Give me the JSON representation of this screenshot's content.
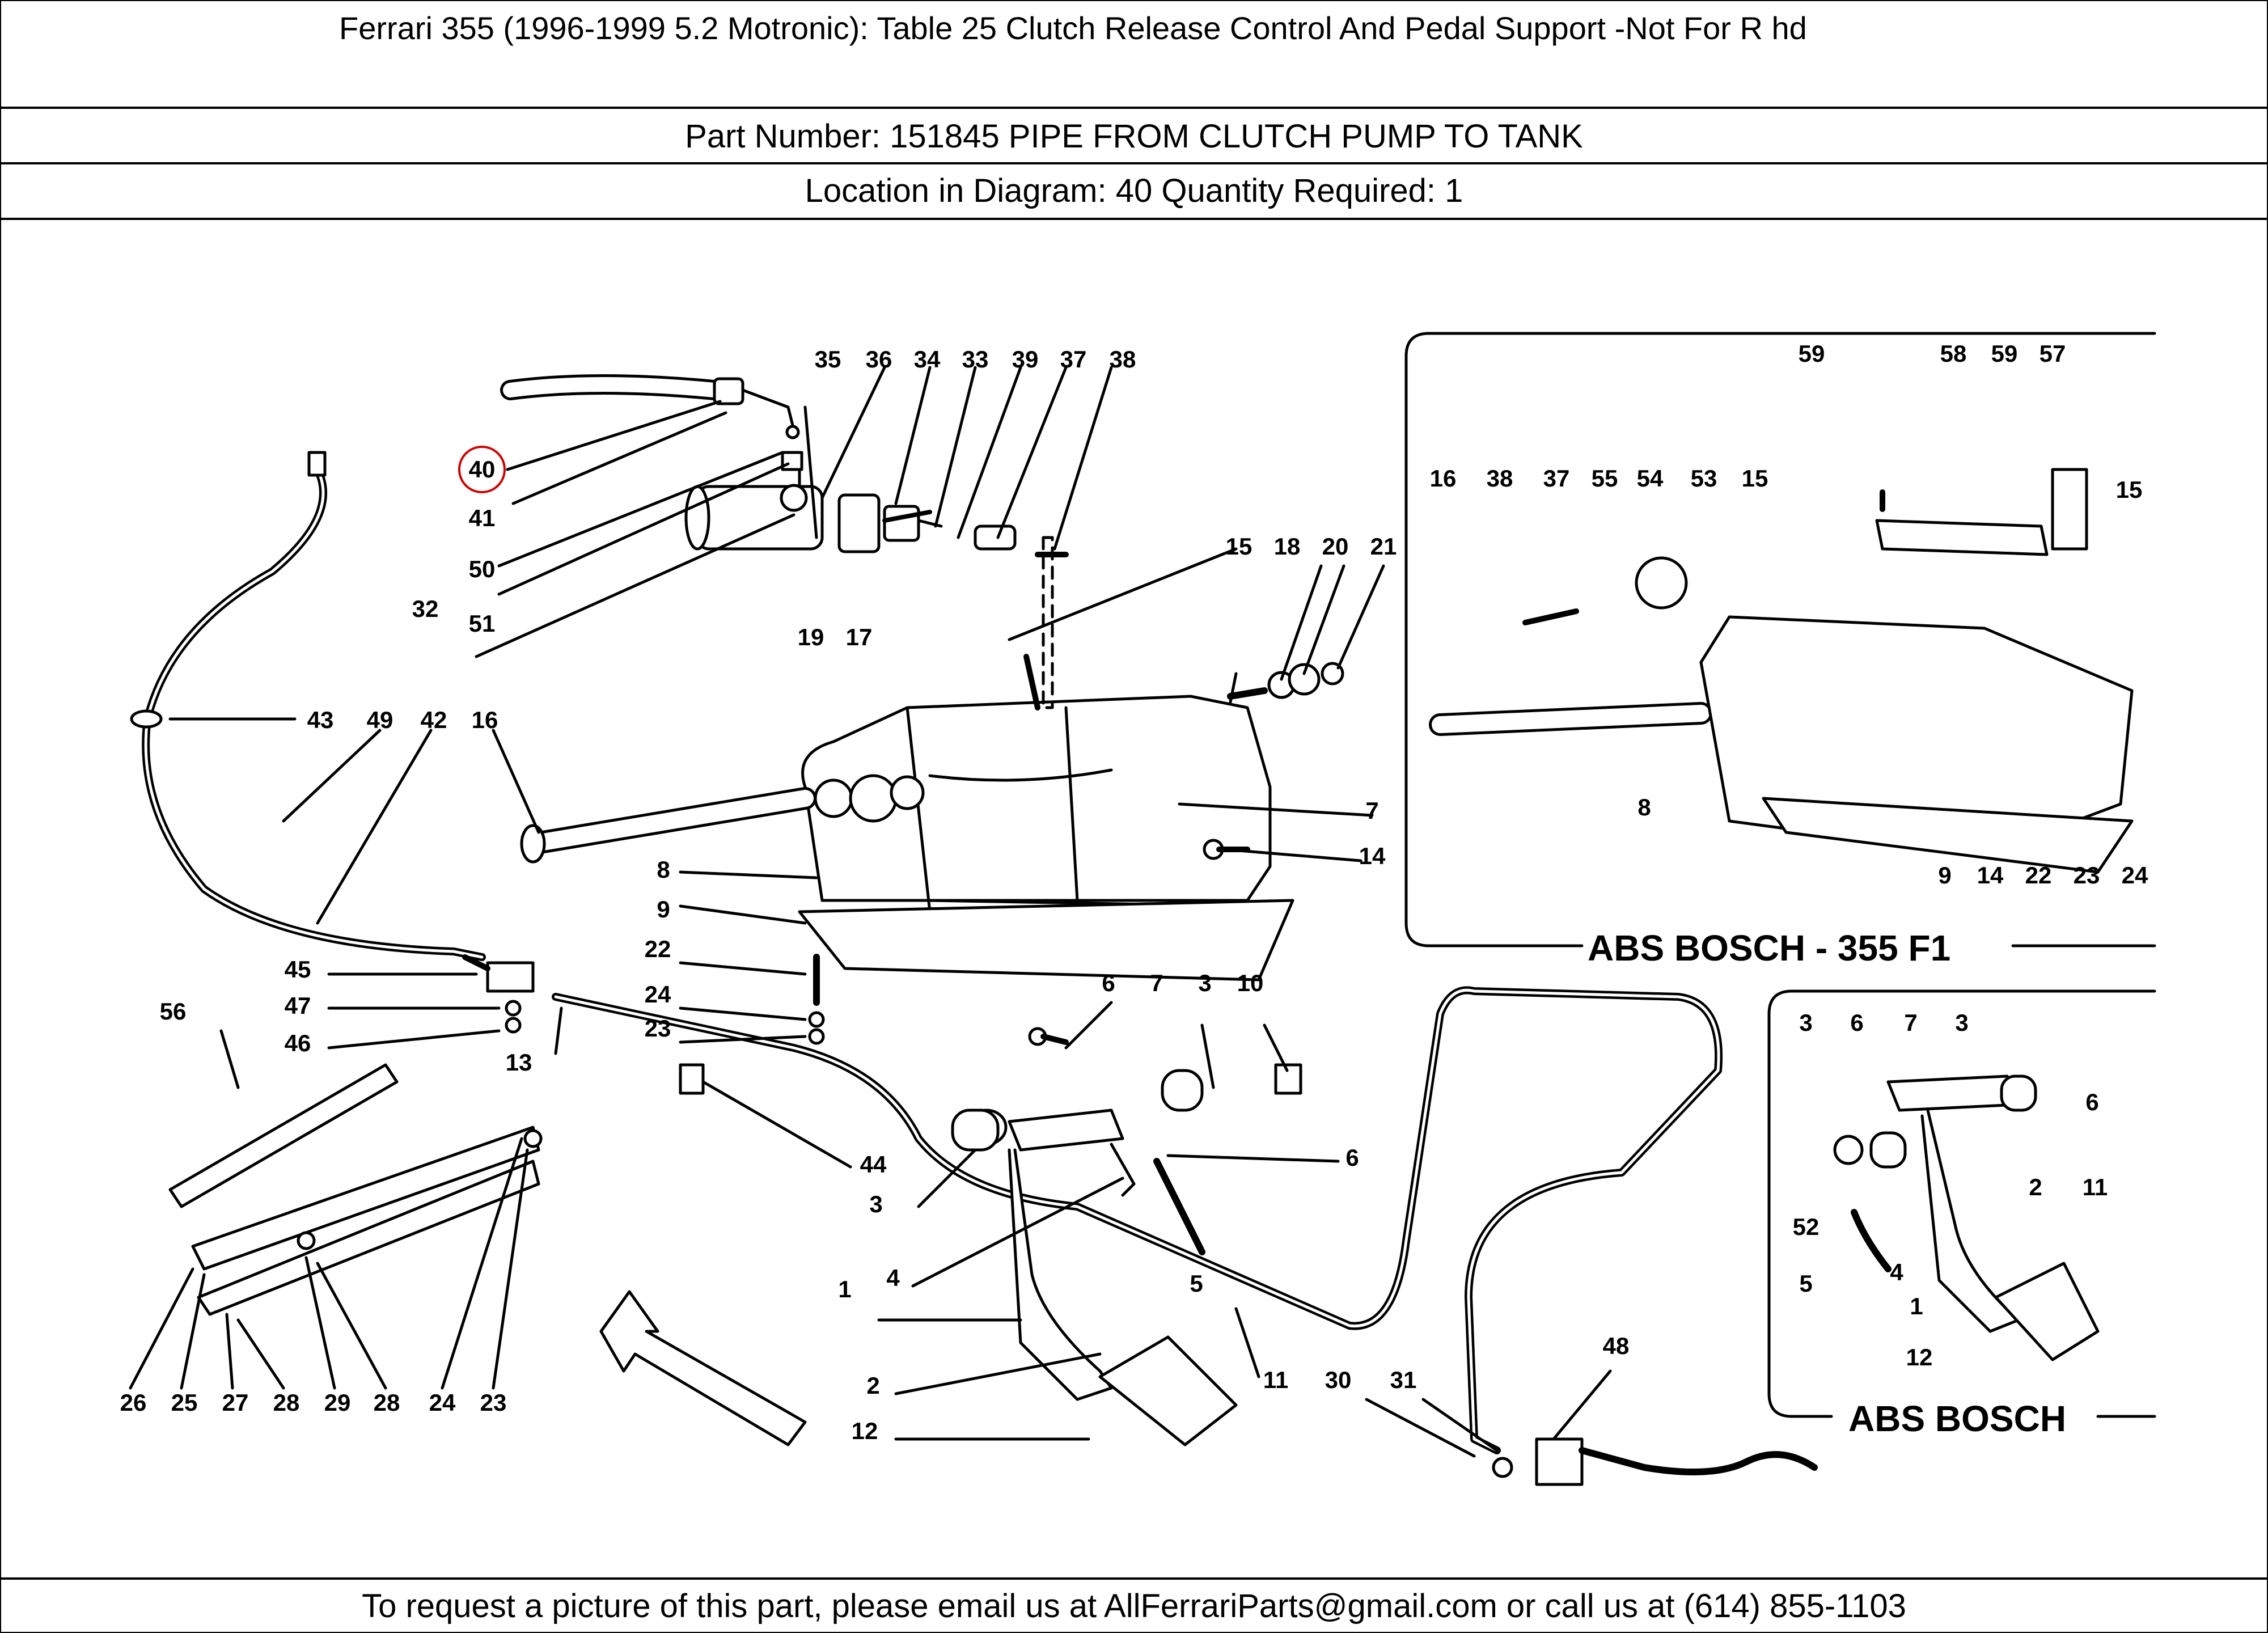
{
  "header": {
    "title": "Ferrari 355 (1996-1999 5.2 Motronic):   Table 25 Clutch Release Control And Pedal Support -Not For R hd",
    "part_line": "Part Number: 151845   PIPE FROM CLUTCH PUMP TO TANK",
    "location_line": "Location in Diagram: 40   Quantity Required: 1"
  },
  "footer": {
    "text": "To request a picture of this part, please email us at AllFerrariParts@gmail.com or call us at (614) 855-1103"
  },
  "diagram": {
    "highlighted_label": "40",
    "inset_top_title": "ABS BOSCH - 355 F1",
    "inset_bottom_title": "ABS BOSCH",
    "main_labels": [
      "35",
      "36",
      "34",
      "33",
      "39",
      "37",
      "38",
      "40",
      "41",
      "50",
      "32",
      "51",
      "15",
      "18",
      "20",
      "21",
      "19",
      "17",
      "43",
      "49",
      "42",
      "16",
      "7",
      "14",
      "8",
      "9",
      "22",
      "24",
      "23",
      "45",
      "47",
      "46",
      "13",
      "56",
      "6",
      "7",
      "3",
      "10",
      "44",
      "6",
      "3",
      "4",
      "1",
      "5",
      "2",
      "12",
      "11",
      "26",
      "25",
      "27",
      "28",
      "29",
      "28",
      "24",
      "23",
      "30",
      "31",
      "48"
    ],
    "inset_top_labels": [
      "59",
      "58",
      "59",
      "57",
      "16",
      "38",
      "37",
      "55",
      "54",
      "53",
      "15",
      "15",
      "8",
      "9",
      "14",
      "22",
      "23",
      "24"
    ],
    "inset_bottom_labels": [
      "3",
      "6",
      "7",
      "3",
      "6",
      "52",
      "5",
      "4",
      "1",
      "2",
      "11",
      "12"
    ]
  }
}
